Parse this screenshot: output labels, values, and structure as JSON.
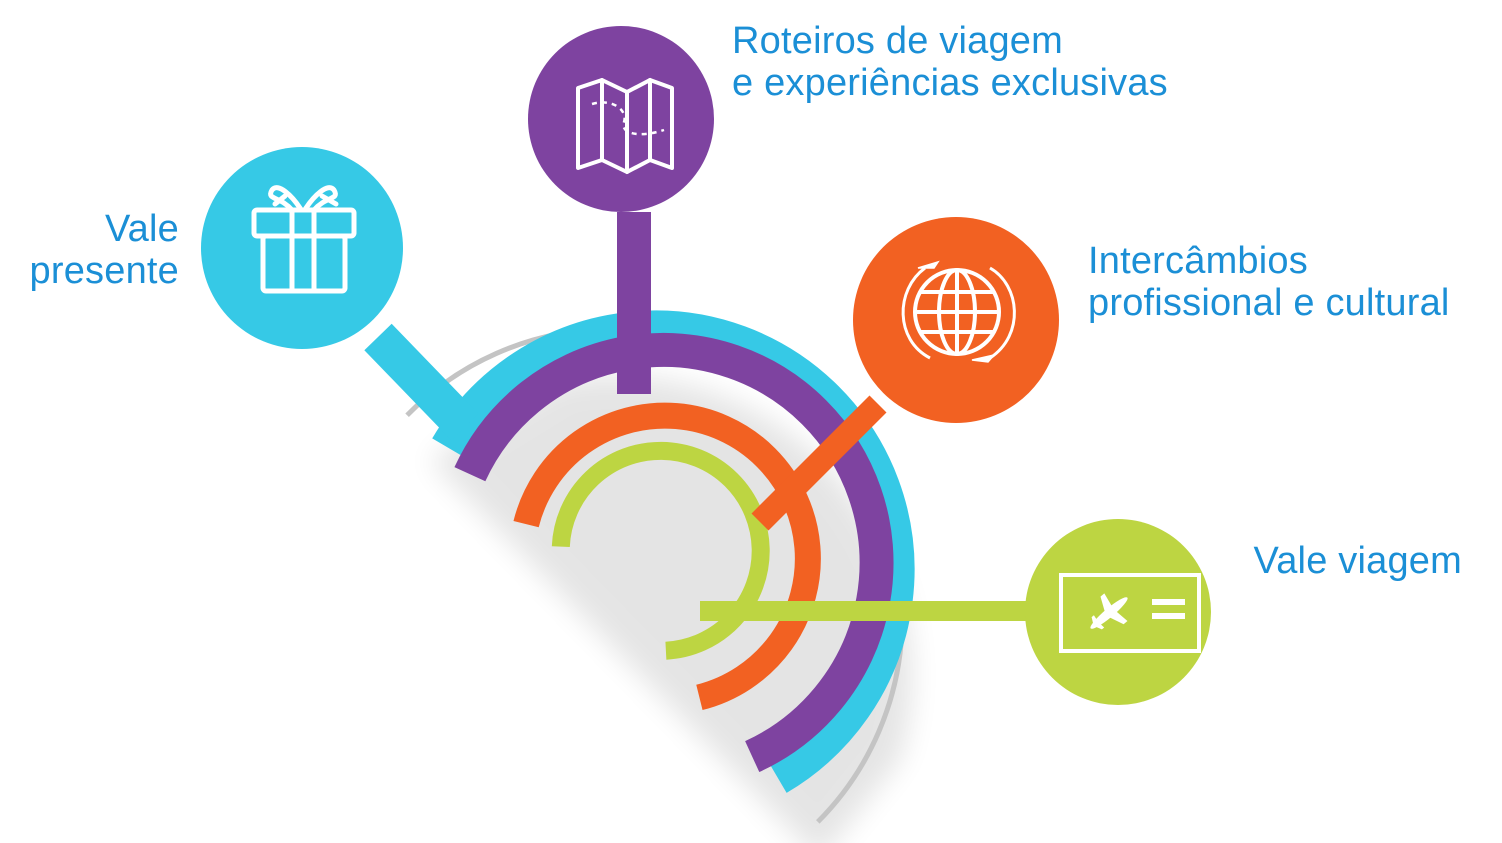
{
  "colors": {
    "cyan": "#36c9e6",
    "purple": "#7e43a0",
    "orange": "#f26122",
    "lime": "#bdd542",
    "gray": "#c4c4c4",
    "text": "#1b8fd6"
  },
  "items": [
    {
      "id": "vale-presente",
      "label_lines": [
        "Vale",
        "presente"
      ],
      "icon": "gift-icon",
      "color": "#36c9e6"
    },
    {
      "id": "roteiros",
      "label_lines": [
        "Roteiros de viagem",
        "e experiências exclusivas"
      ],
      "icon": "map-icon",
      "color": "#7e43a0"
    },
    {
      "id": "intercambios",
      "label_lines": [
        "Intercâmbios",
        "profissional e cultural"
      ],
      "icon": "globe-icon",
      "color": "#f26122"
    },
    {
      "id": "vale-viagem",
      "label_lines": [
        "Vale viagem"
      ],
      "icon": "airplane-ticket-icon",
      "color": "#bdd542"
    }
  ]
}
